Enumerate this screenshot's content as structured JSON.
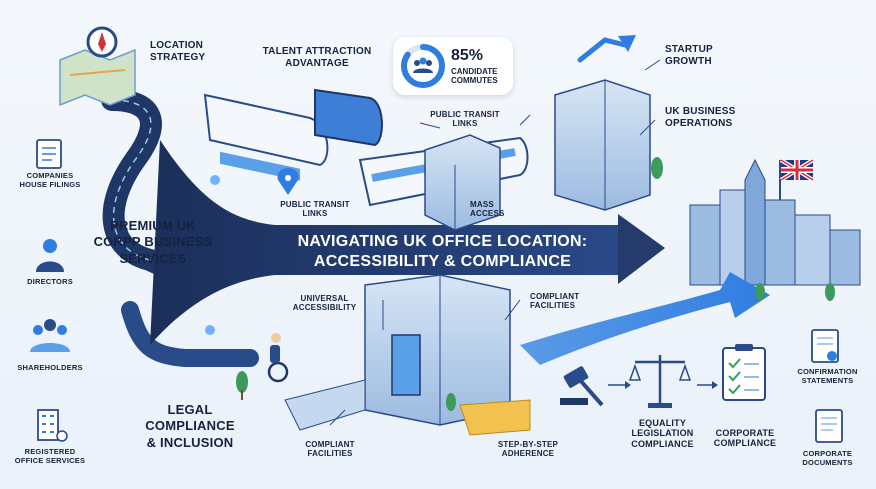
{
  "title": {
    "line1": "NAVIGATING UK OFFICE LOCATION:",
    "line2": "ACCESSIBILITY & COMPLIANCE"
  },
  "left_panel": {
    "service_line1": "PREMIUM UK",
    "service_line2": "CORPP BUSINESS",
    "service_line3": "SERVICES",
    "legal_line1": "LEGAL",
    "legal_line2": "COMPLIANCE",
    "legal_line3": "& INCLUSION"
  },
  "side_items": [
    {
      "line1": "COMPANIES",
      "line2": "HOUSE FILINGS",
      "icon": "document-icon"
    },
    {
      "line1": "DIRECTORS",
      "line2": "",
      "icon": "person-icon"
    },
    {
      "line1": "SHAREHOLDERS",
      "line2": "",
      "icon": "group-icon"
    },
    {
      "line1": "REGISTERED",
      "line2": "OFFICE SERVICES",
      "icon": "building-icon"
    }
  ],
  "top_labels": {
    "location_line1": "LOCATION",
    "location_line2": "STRATEGY",
    "talent_line1": "TALENT ATTRACTION",
    "talent_line2": "ADVANTAGE",
    "transit_upper_line1": "PUBLIC TRANSIT",
    "transit_upper_line2": "LINKS",
    "transit_lower_line1": "PUBLIC TRANSIT",
    "transit_lower_line2": "LINKS",
    "mass_line1": "MASS",
    "mass_line2": "ACCESS",
    "startup_line1": "STARTUP",
    "startup_line2": "GROWTH",
    "ukops_line1": "UK BUSINESS",
    "ukops_line2": "OPERATIONS"
  },
  "stat": {
    "value": "85%",
    "line1": "CANDIDATE",
    "line2": "COMMUTES",
    "fraction": 0.85
  },
  "bottom_labels": {
    "universal_line1": "UNIVERSAL",
    "universal_line2": "ACCESSIBILITY",
    "compliant_top_line1": "COMPLIANT",
    "compliant_top_line2": "FACILITIES",
    "compliant_bottom_line1": "COMPLIANT",
    "compliant_bottom_line2": "FACILITIES",
    "step_line1": "STEP-BY-STEP",
    "step_line2": "ADHERENCE",
    "equality_line1": "EQUALITY",
    "equality_line2": "LEGISLATION",
    "equality_line3": "COMPLIANCE",
    "corporate_line1": "CORPORATE",
    "corporate_line2": "COMPLIANCE"
  },
  "right_docs": [
    {
      "line1": "CONFIRMATION",
      "line2": "STATEMENTS",
      "icon": "certificate-icon"
    },
    {
      "line1": "CORPORATE",
      "line2": "DOCUMENTS",
      "icon": "document-icon"
    }
  ],
  "colors": {
    "navy": "#16223f",
    "road": "#243b6b",
    "accent_blue": "#2f7de1",
    "light_blue": "#8fbcec",
    "flag_red": "#d6303a"
  }
}
